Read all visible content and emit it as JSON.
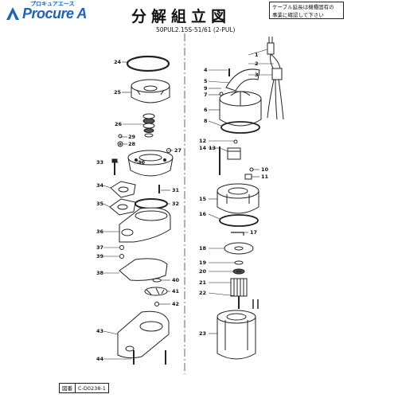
{
  "brand": {
    "name": "Procure A",
    "katakana": "プロキュアエース",
    "color": "#1b64b8"
  },
  "title": "分解組立図",
  "notice": [
    "ケーブル延長は機種固有の",
    "事業に確認して下さい"
  ],
  "model": "50PUL2.15S-51/61 (2-PUL)",
  "drawing_number": {
    "label": "図番",
    "value": "C-D0238-1"
  },
  "parts": {
    "p1": "1",
    "p2": "2",
    "p3": "3",
    "p4": "4",
    "p5": "5",
    "p6": "6",
    "p7": "7",
    "p8": "8",
    "p9": "9",
    "p10": "10",
    "p11": "11",
    "p12": "12",
    "p13": "13",
    "p14": "14",
    "p15": "15",
    "p16": "16",
    "p17": "17",
    "p18": "18",
    "p19": "19",
    "p20": "20",
    "p21": "21",
    "p22": "22",
    "p23": "23",
    "p24": "24",
    "p25": "25",
    "p26": "26",
    "p27": "27",
    "p28": "28",
    "p29": "29",
    "p30": "30",
    "p31": "31",
    "p32": "32",
    "p33": "33",
    "p34": "34",
    "p35": "35",
    "p36": "36",
    "p37": "37",
    "p38": "38",
    "p39": "39",
    "p40": "40",
    "p41": "41",
    "p42": "42",
    "p43": "43",
    "p44": "44"
  }
}
